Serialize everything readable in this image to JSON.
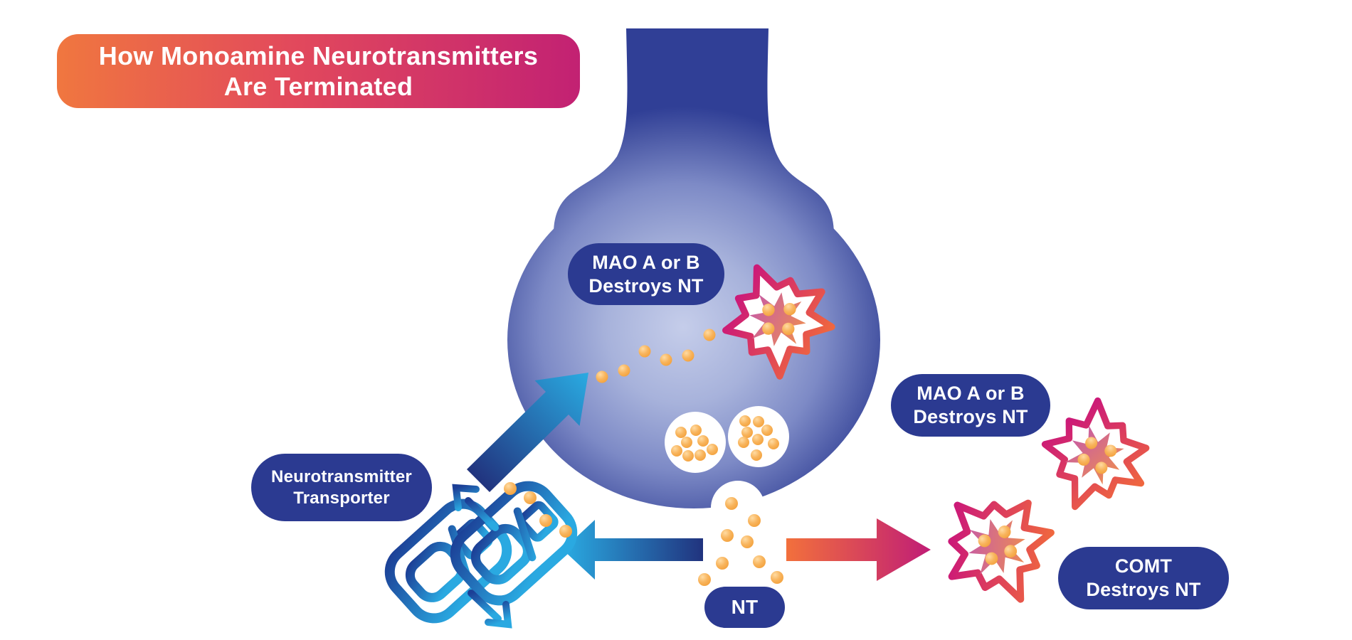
{
  "title": {
    "line1": "How Monoamine Neurotransmitters",
    "line2": "Are Terminated"
  },
  "labels": {
    "mao_inside": {
      "line1": "MAO A or B",
      "line2": "Destroys NT"
    },
    "mao_right": {
      "line1": "MAO A or B",
      "line2": "Destroys NT"
    },
    "comt": {
      "line1": "COMT",
      "line2": "Destroys NT"
    },
    "transporter": {
      "line1": "Neurotransmitter",
      "line2": "Transporter"
    },
    "nt": {
      "text": "NT"
    }
  },
  "colors": {
    "background": "#ffffff",
    "label_pill": "#2b3a91",
    "label_text": "#ffffff",
    "title_gradient_start": "#f0773f",
    "title_gradient_end": "#c22173",
    "neuron_center": "#c5cdea",
    "neuron_mid": "#7d8ac6",
    "neuron_edge": "#303f96",
    "nt_dot_core": "#f29d35",
    "nt_dot_highlight": "#ffdba2",
    "enzyme_stroke_start": "#c9147c",
    "enzyme_stroke_end": "#f26d3a",
    "enzyme_fill_start": "#c85da2",
    "enzyme_fill_end": "#ec8a55",
    "arrow_cyan": "#2aabe2",
    "arrow_navy": "#21337e",
    "arrow_orange": "#f2703c",
    "arrow_magenta": "#c01d76",
    "transporter_stroke_dark": "#1c3f96",
    "transporter_stroke_light": "#2aa9e1"
  },
  "icons": {
    "synaptic_terminal": "flask-shaped presynaptic terminal",
    "vesicle": "white vesicle filled with NT dots (2 instances)",
    "release_opening": "white opening at terminal base releasing NT",
    "enzyme_burst": "spiky enzyme bursting a neurotransmitter (3 instances)",
    "transporter_channel": "tilted membrane-transporter channel with in/out arrows (2 instances)",
    "reuptake_arrow": "diagonal arrow carrying NT back into the terminal",
    "left_arrow": "arrow from released NT toward transporter",
    "right_arrow": "arrow from released NT toward COMT enzymes",
    "nt_dot": "orange neurotransmitter molecule dot"
  }
}
